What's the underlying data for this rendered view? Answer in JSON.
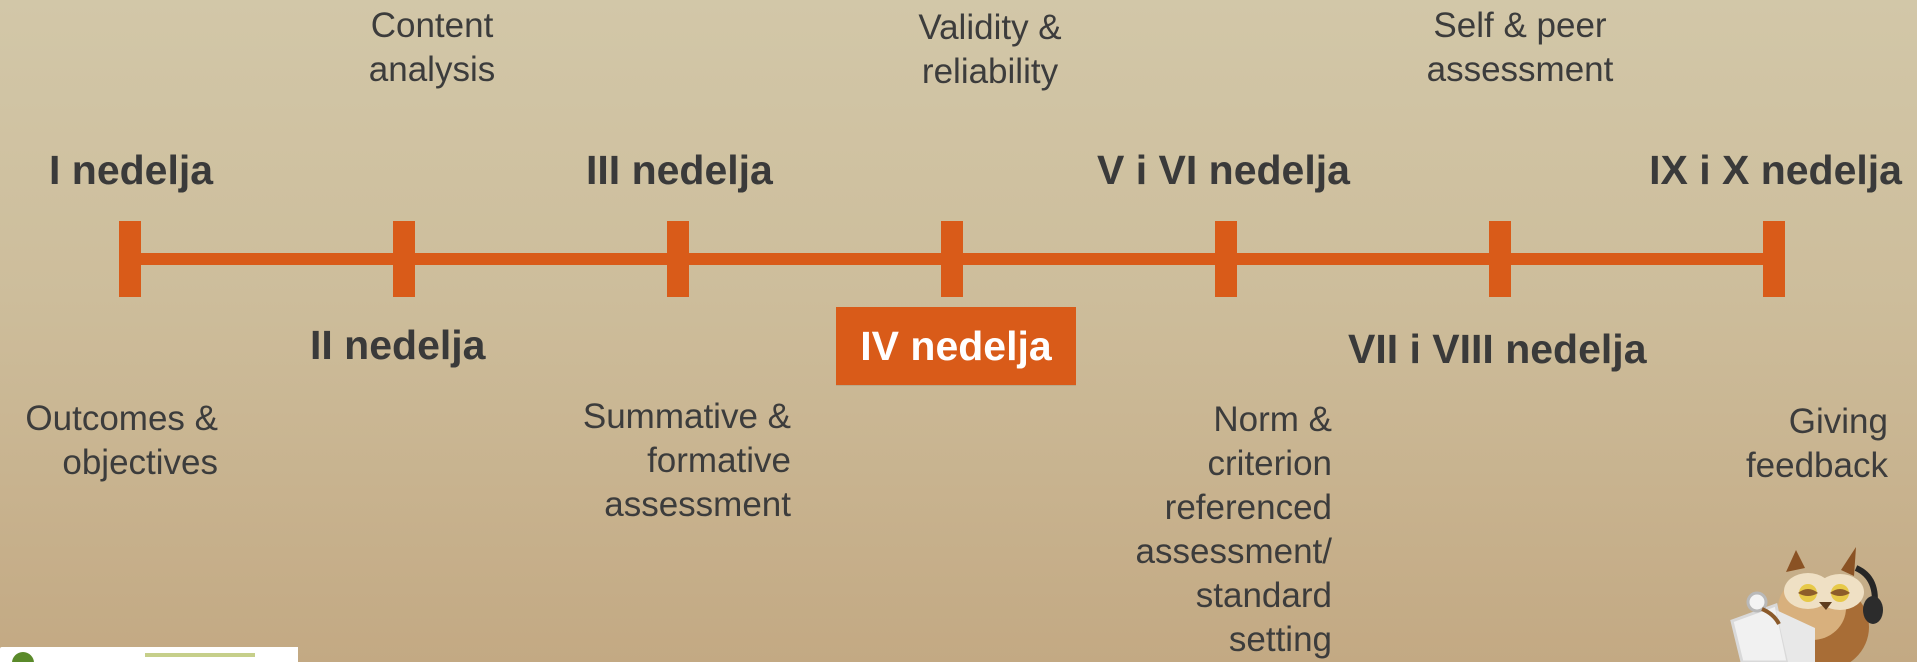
{
  "topics": {
    "content_analysis": "Content\nanalysis",
    "validity_reliability": "Validity &\nreliability",
    "self_peer_assessment": "Self & peer\nassessment",
    "outcomes_objectives": "Outcomes &\nobjectives",
    "summative_formative": "Summative &\nformative\nassessment",
    "norm_criterion": "Norm &\ncriterion\nreferenced\nassessment/\nstandard\nsetting",
    "giving_feedback": "Giving\nfeedback"
  },
  "weeks": {
    "week_1": "I nedelja",
    "week_2": "II nedelja",
    "week_3": "III nedelja",
    "week_4": "IV nedelja",
    "week_5_6": "V i VI nedelja",
    "week_7_8": "VII i VIII nedelja",
    "week_9_10": "IX i X nedelja"
  },
  "current_week_label": "IV nedelja",
  "colors": {
    "timeline": "#d95b19",
    "text": "#3c3c3c",
    "highlight_background": "#d95b19",
    "highlight_text": "#ffffff"
  },
  "icons": {
    "logo": "institution-logo",
    "mascot": "owl-with-headphones-laptop-icon"
  }
}
